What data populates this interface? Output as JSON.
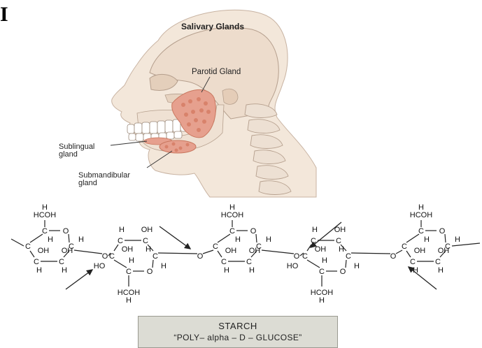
{
  "page_mark": "I",
  "head_figure": {
    "title": "Salivary Glands",
    "labels": {
      "parotid": "Parotid Gland",
      "sublingual_1": "Sublingual",
      "sublingual_2": "gland",
      "submandibular_1": "Submandibular",
      "submandibular_2": "gland"
    }
  },
  "starch_figure": {
    "caption_title": "STARCH",
    "caption_sub": "“POLY– alpha – D – GLUCOSE”",
    "atoms": {
      "H": "H",
      "C": "C",
      "O": "O",
      "OH": "OH",
      "HO": "HO",
      "HCOH": "HCOH"
    }
  },
  "colors": {
    "skin": "#f3e7da",
    "skin_shadow": "#e7d3c0",
    "gland": "#e6a08e",
    "gland_dark": "#c9775f",
    "bone": "#ffffff",
    "outline": "#8c7b6d",
    "caption_bg": "#dcdcd4"
  }
}
